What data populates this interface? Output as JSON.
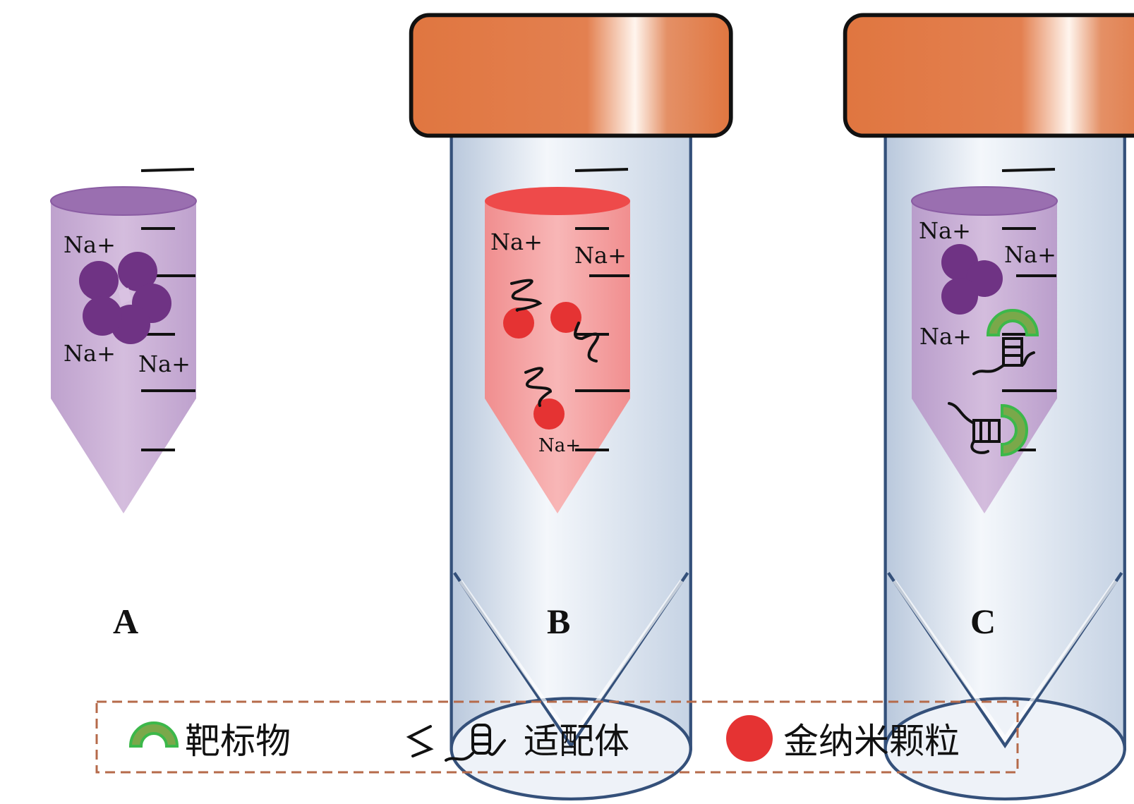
{
  "tubes": [
    {
      "label": "A",
      "ions": [
        "Na+",
        "Na+",
        "Na+"
      ],
      "liquid_color": "#c7a6d4"
    },
    {
      "label": "B",
      "ions": [
        "Na+",
        "Na+",
        "Na+"
      ],
      "liquid_color": "#f4a0a0"
    },
    {
      "label": "C",
      "ions": [
        "Na+",
        "Na+",
        "Na+"
      ],
      "liquid_color": "#c7a6d4"
    }
  ],
  "legend": {
    "target": "靶标物",
    "aptamer": "适配体",
    "gold_nanoparticle": "金纳米颗粒"
  },
  "colors": {
    "cap": "#e07640",
    "aggregate": "#6f3384",
    "gold_np": "#e53333",
    "target": "#4caf3c",
    "legend_border": "#b56a4a"
  }
}
